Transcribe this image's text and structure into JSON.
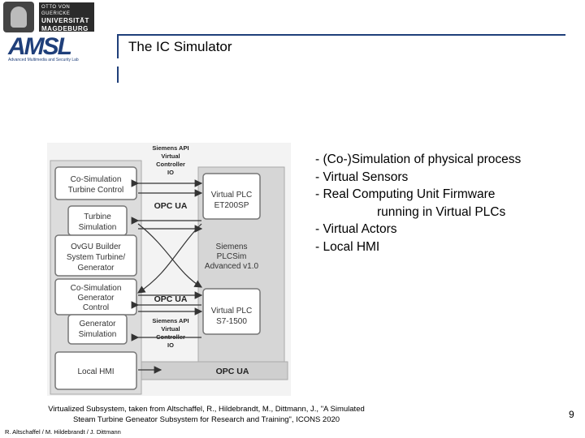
{
  "header": {
    "university_logo": {
      "lines": [
        "OTTO VON GUERICKE",
        "UNIVERSITÄT",
        "MAGDEBURG"
      ]
    },
    "lab_logo": {
      "mark": "AMSL",
      "subtitle": "Advanced Multimedia and Security Lab"
    },
    "title": "The IC Simulator",
    "accent_color": "#1f3f7a"
  },
  "diagram": {
    "left_boxes": [
      {
        "label_lines": [
          "Co-Simulation",
          "Turbine Control"
        ]
      },
      {
        "label_lines": [
          "Turbine",
          "Simulation"
        ]
      },
      {
        "label_lines": [
          "OvGU Builder",
          "System Turbine/",
          "Generator"
        ]
      },
      {
        "label_lines": [
          "Co-Simulation",
          "Generator",
          "Control"
        ]
      },
      {
        "label_lines": [
          "Generator",
          "Simulation"
        ]
      },
      {
        "label_lines": [
          "Local HMI"
        ]
      }
    ],
    "right_boxes": [
      {
        "label_lines": [
          "Virtual PLC",
          "ET200SP"
        ]
      },
      {
        "label_lines": [
          "Siemens",
          "PLCSim",
          "Advanced v1.0"
        ]
      },
      {
        "label_lines": [
          "Virtual PLC",
          "S7-1500"
        ]
      }
    ],
    "api_labels": [
      {
        "label_lines": [
          "Siemens API",
          "Virtual",
          "Controller",
          "IO"
        ]
      },
      {
        "label_lines": [
          "Siemens API",
          "Virtual",
          "Controller",
          "IO"
        ]
      }
    ],
    "opc_labels": [
      "OPC UA",
      "OPC UA",
      "OPC UA"
    ]
  },
  "bullets": [
    {
      "text": "- (Co-)Simulation of physical process",
      "indent": false
    },
    {
      "text": "- Virtual Sensors",
      "indent": false
    },
    {
      "text": "- Real Computing Unit Firmware",
      "indent": false
    },
    {
      "text": "running in Virtual PLCs",
      "indent": true
    },
    {
      "text": "- Virtual Actors",
      "indent": false
    },
    {
      "text": "- Local HMI",
      "indent": false
    }
  ],
  "caption": {
    "line1": "Virtualized Subsystem, taken from Altschaffel, R., Hildebrandt, M., Dittmann, J., \"A Simulated",
    "line2": "Steam Turbine Geneator Subsystem for Research and Training\", ICONS 2020"
  },
  "footer": {
    "authors": "R. Altschaffel / M. Hildebrandt / J. Dittmann",
    "page_number": "9"
  }
}
